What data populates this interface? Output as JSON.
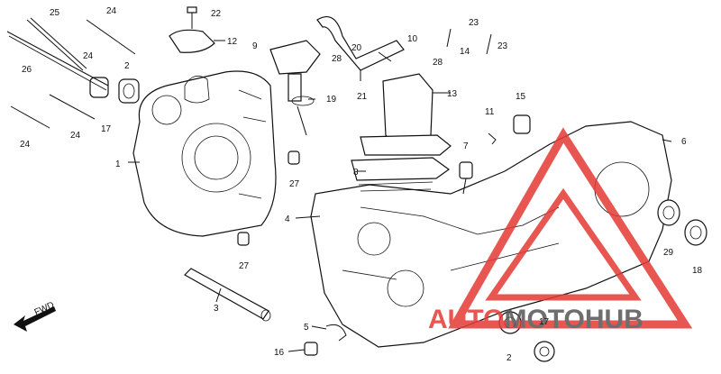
{
  "callouts": [
    {
      "id": "c25",
      "label": "25"
    },
    {
      "id": "c24a",
      "label": "24"
    },
    {
      "id": "c22",
      "label": "22"
    },
    {
      "id": "c12",
      "label": "12"
    },
    {
      "id": "c9",
      "label": "9"
    },
    {
      "id": "c28a",
      "label": "28"
    },
    {
      "id": "c10",
      "label": "10"
    },
    {
      "id": "c23a",
      "label": "23"
    },
    {
      "id": "c20",
      "label": "20"
    },
    {
      "id": "c14",
      "label": "14"
    },
    {
      "id": "c23b",
      "label": "23"
    },
    {
      "id": "c28b",
      "label": "28"
    },
    {
      "id": "c26",
      "label": "26"
    },
    {
      "id": "c24b",
      "label": "24"
    },
    {
      "id": "c2a",
      "label": "2"
    },
    {
      "id": "c21",
      "label": "21"
    },
    {
      "id": "c13",
      "label": "13"
    },
    {
      "id": "c19",
      "label": "19"
    },
    {
      "id": "c15",
      "label": "15"
    },
    {
      "id": "c17a",
      "label": "17"
    },
    {
      "id": "c24c",
      "label": "24"
    },
    {
      "id": "c24d",
      "label": "24"
    },
    {
      "id": "c11",
      "label": "11"
    },
    {
      "id": "c6",
      "label": "6"
    },
    {
      "id": "c1",
      "label": "1"
    },
    {
      "id": "c7",
      "label": "7"
    },
    {
      "id": "c8",
      "label": "8"
    },
    {
      "id": "c27a",
      "label": "27"
    },
    {
      "id": "c4",
      "label": "4"
    },
    {
      "id": "c29",
      "label": "29"
    },
    {
      "id": "c18",
      "label": "18"
    },
    {
      "id": "c27b",
      "label": "27"
    },
    {
      "id": "c3",
      "label": "3"
    },
    {
      "id": "c5",
      "label": "5"
    },
    {
      "id": "c16",
      "label": "16"
    },
    {
      "id": "c17b",
      "label": "17"
    },
    {
      "id": "c2b",
      "label": "2"
    }
  ],
  "direction": {
    "label": "FWD"
  },
  "watermark": {
    "text": "AUTOMOTOHUB",
    "accent": "#e53935",
    "dark": "#555555"
  }
}
